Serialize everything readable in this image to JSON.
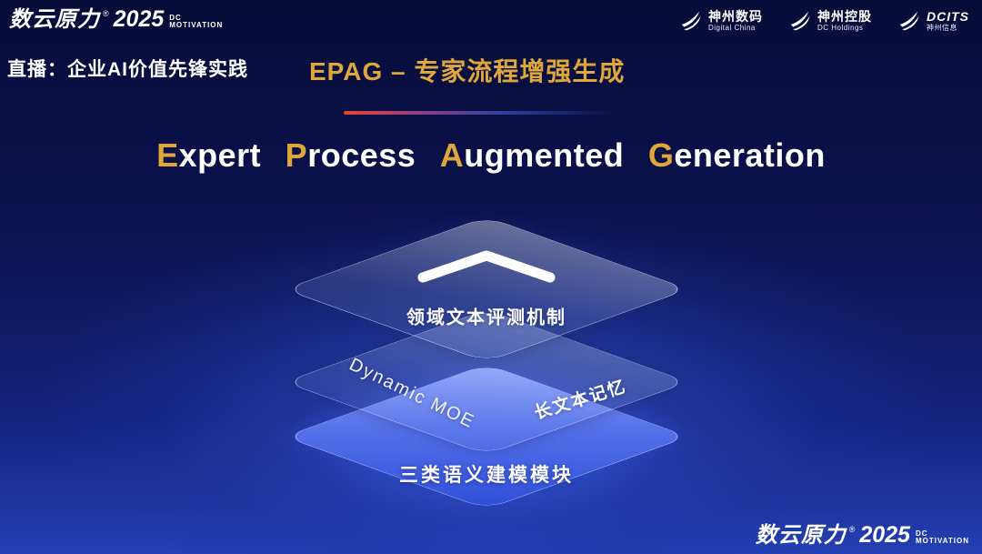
{
  "brand": {
    "name": "数云原力",
    "reg": "®",
    "year": "2025",
    "sub_line1": "DC",
    "sub_line2": "MOTIVATION"
  },
  "header": {
    "live_label": "直播：企业AI价值先锋实践",
    "slide_title": "EPAG – 专家流程增强生成",
    "partners": [
      {
        "name": "神州数码",
        "sub": "Digital China"
      },
      {
        "name": "神州控股",
        "sub": "DC Holdings"
      },
      {
        "name": "DCITS",
        "sub": "神州信息"
      }
    ]
  },
  "main": {
    "title_words": [
      {
        "first": "E",
        "rest": "xpert"
      },
      {
        "first": "P",
        "rest": "rocess"
      },
      {
        "first": "A",
        "rest": "ugmented"
      },
      {
        "first": "G",
        "rest": "eneration"
      }
    ],
    "stack": {
      "top_label": "领域文本评测机制",
      "middle_left_label": "Dynamic MOE",
      "middle_right_label": "长文本记忆",
      "bottom_label": "三类语义建模模块"
    }
  },
  "colors": {
    "accent_gold": "#dfa63c",
    "divider_red": "#e8452e",
    "layer_blue": "#5571ea",
    "background_navy": "#0b1350"
  }
}
